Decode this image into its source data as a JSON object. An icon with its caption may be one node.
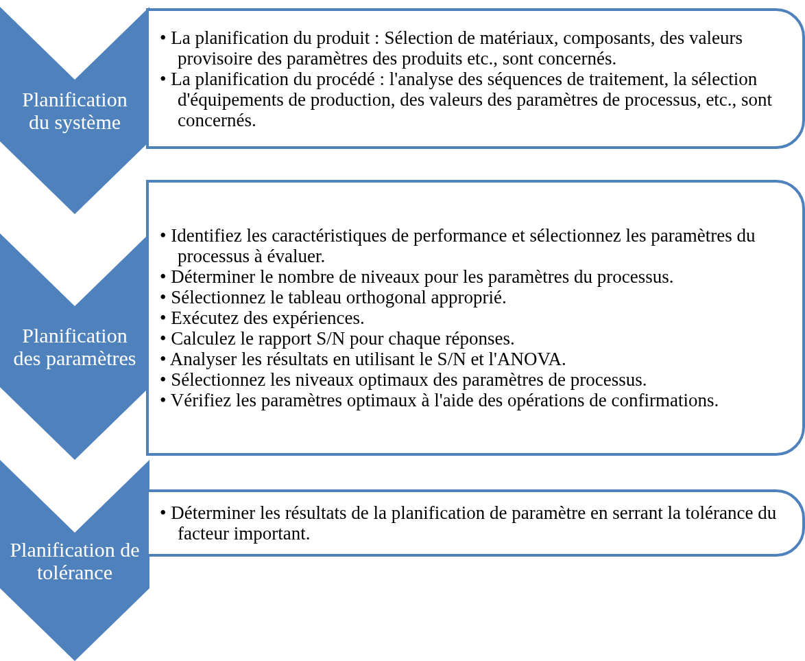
{
  "diagram": {
    "nodes": [
      {
        "text": [
          "Planification du système"
        ]
      },
      {
        "text": [
          "• La planification du produit : Sélection de matériaux, composants, des valeurs provisoire des paramètres des produits etc., sont concernés.",
          "• La planification du procédé : l'analyse des séquences de traitement, la sélection d'équipements de production, des valeurs des paramètres de processus, etc., sont concernés."
        ]
      },
      {
        "text": [
          "Planification des paramètres"
        ]
      },
      {
        "text": [
          "• Identifiez les caractéristiques de performance et sélectionnez les paramètres du processus à évaluer.",
          "• Déterminer le nombre de niveaux pour les paramètres du processus.",
          "• Sélectionnez le tableau orthogonal approprié.",
          "• Exécutez des expériences.",
          "• Calculez le rapport S/N pour chaque réponses.",
          "• Analyser les résultats en utilisant le S/N et l'ANOVA.",
          "• Sélectionnez les niveaux optimaux des paramètres de processus.",
          "• Vérifiez les paramètres optimaux à l'aide des opérations de confirmations."
        ]
      },
      {
        "text": [
          "Planification de tolérance"
        ]
      },
      {
        "text": [
          "• Déterminer les résultats de la planification de paramètre en serrant la tolérance du facteur important."
        ]
      }
    ]
  }
}
